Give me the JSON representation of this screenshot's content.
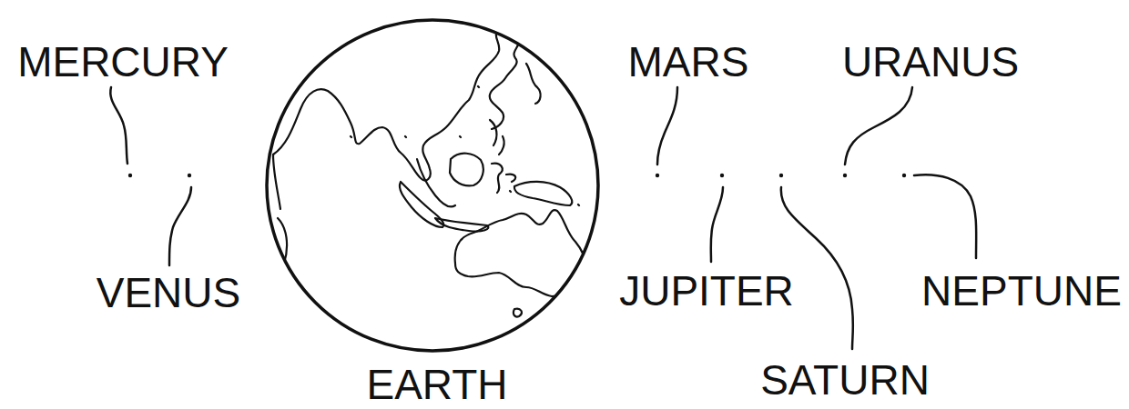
{
  "diagram": {
    "labels": [
      "MERCURY",
      "VENUS",
      "EARTH",
      "MARS",
      "URANUS",
      "JUPITER",
      "SATURN",
      "NEPTUNE"
    ]
  }
}
